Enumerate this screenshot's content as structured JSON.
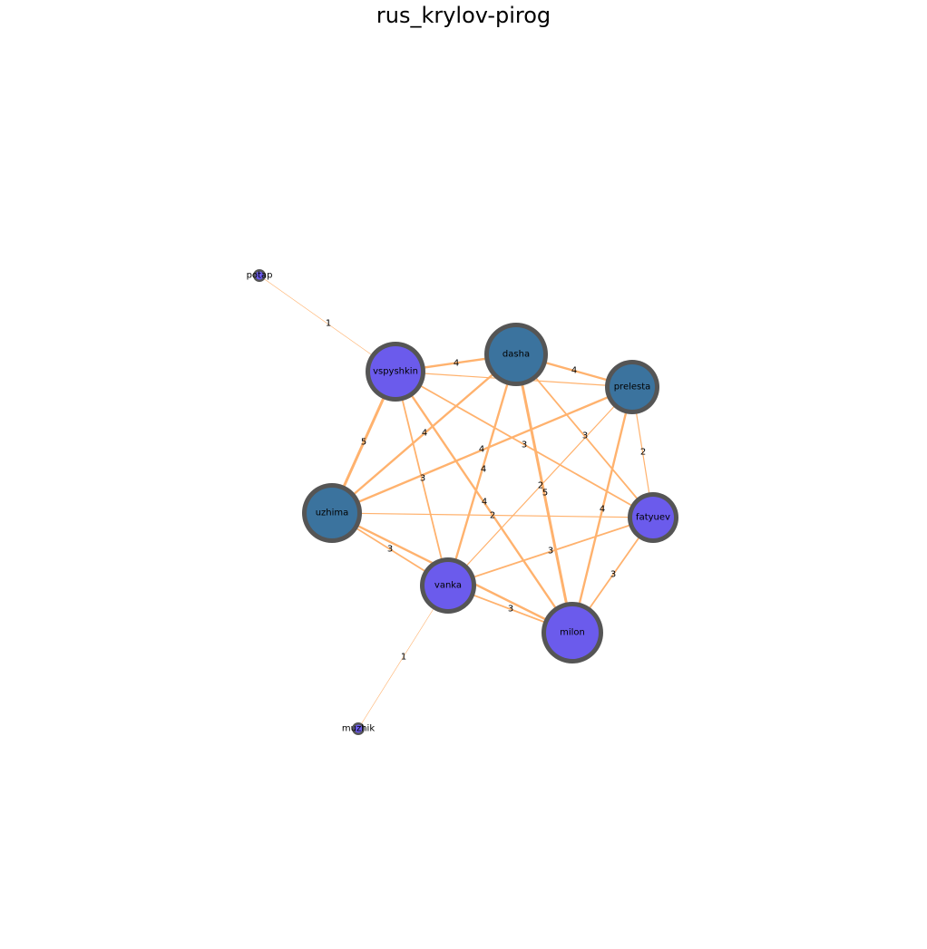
{
  "title": "rus_krylov-pirog",
  "colors": {
    "edge": "#ffb26e",
    "node_outline": "#555555",
    "node_steelblue": "#3b739e",
    "node_purple": "#6b5bec"
  },
  "nodes": [
    {
      "id": "potap",
      "label": "potap",
      "color": "purple"
    },
    {
      "id": "vspyshkin",
      "label": "vspyshkin",
      "color": "purple"
    },
    {
      "id": "dasha",
      "label": "dasha",
      "color": "steelblue"
    },
    {
      "id": "prelesta",
      "label": "prelesta",
      "color": "steelblue"
    },
    {
      "id": "uzhima",
      "label": "uzhima",
      "color": "steelblue"
    },
    {
      "id": "fatyuev",
      "label": "fatyuev",
      "color": "purple"
    },
    {
      "id": "vanka",
      "label": "vanka",
      "color": "purple"
    },
    {
      "id": "milon",
      "label": "milon",
      "color": "purple"
    },
    {
      "id": "muzhik",
      "label": "muzhik",
      "color": "purple"
    }
  ],
  "edges": [
    {
      "source": "potap",
      "target": "vspyshkin",
      "weight": 1,
      "label": "1"
    },
    {
      "source": "vspyshkin",
      "target": "dasha",
      "weight": 4,
      "label": "4"
    },
    {
      "source": "dasha",
      "target": "prelesta",
      "weight": 4,
      "label": "4"
    },
    {
      "source": "vspyshkin",
      "target": "prelesta",
      "weight": 2,
      "label": ""
    },
    {
      "source": "vspyshkin",
      "target": "uzhima",
      "weight": 5,
      "label": "5"
    },
    {
      "source": "uzhima",
      "target": "dasha",
      "weight": 4,
      "label": "4"
    },
    {
      "source": "uzhima",
      "target": "prelesta",
      "weight": 4,
      "label": "4"
    },
    {
      "source": "vspyshkin",
      "target": "fatyuev",
      "weight": 3,
      "label": "3"
    },
    {
      "source": "dasha",
      "target": "fatyuev",
      "weight": 3,
      "label": "3"
    },
    {
      "source": "prelesta",
      "target": "fatyuev",
      "weight": 2,
      "label": "2"
    },
    {
      "source": "vspyshkin",
      "target": "vanka",
      "weight": 3,
      "label": "3"
    },
    {
      "source": "dasha",
      "target": "vanka",
      "weight": 4,
      "label": "4"
    },
    {
      "source": "vspyshkin",
      "target": "milon",
      "weight": 4,
      "label": "4"
    },
    {
      "source": "dasha",
      "target": "milon",
      "weight": 5,
      "label": "5"
    },
    {
      "source": "prelesta",
      "target": "vanka",
      "weight": 2,
      "label": "2"
    },
    {
      "source": "prelesta",
      "target": "milon",
      "weight": 4,
      "label": "4"
    },
    {
      "source": "uzhima",
      "target": "fatyuev",
      "weight": 2,
      "label": "2"
    },
    {
      "source": "uzhima",
      "target": "vanka",
      "weight": 3,
      "label": "3"
    },
    {
      "source": "uzhima",
      "target": "milon",
      "weight": 4,
      "label": "4"
    },
    {
      "source": "vanka",
      "target": "fatyuev",
      "weight": 3,
      "label": "3"
    },
    {
      "source": "fatyuev",
      "target": "milon",
      "weight": 3,
      "label": "3"
    },
    {
      "source": "vanka",
      "target": "milon",
      "weight": 3,
      "label": "3"
    },
    {
      "source": "vanka",
      "target": "muzhik",
      "weight": 1,
      "label": "1"
    }
  ]
}
